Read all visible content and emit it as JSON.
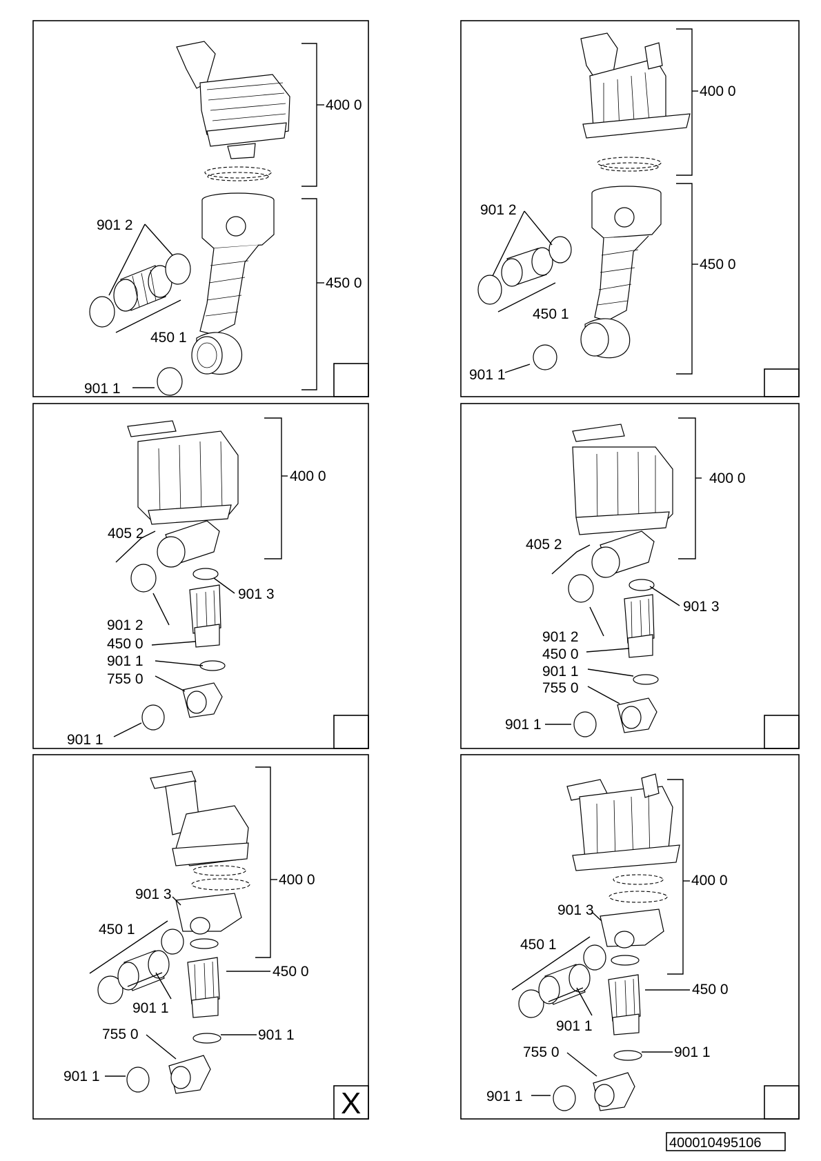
{
  "document_number": "400010495106",
  "corner_mark": "X",
  "panels": [
    {
      "id": "p1",
      "labels": {
        "l1": "400 0",
        "l2": "450 0",
        "l3": "901 2",
        "l4": "450 1",
        "l5": "901 1"
      }
    },
    {
      "id": "p2",
      "labels": {
        "l1": "400 0",
        "l2": "901 2",
        "l3": "450 0",
        "l4": "450 1",
        "l5": "901 1"
      }
    },
    {
      "id": "p3",
      "labels": {
        "l1": "400 0",
        "l2": "405 2",
        "l3": "901 3",
        "l4": "901 2",
        "l5": "450 0",
        "l6": "901 1",
        "l7": "755 0",
        "l8": "901 1"
      }
    },
    {
      "id": "p4",
      "labels": {
        "l1": "400 0",
        "l2": "405 2",
        "l3": "901 3",
        "l4": "901 2",
        "l5": "450 0",
        "l6": "901 1",
        "l7": "755 0",
        "l8": "901 1"
      }
    },
    {
      "id": "p5",
      "labels": {
        "l1": "400 0",
        "l2": "901 3",
        "l3": "450 1",
        "l4": "450 0",
        "l5": "901 1",
        "l6": "901 1",
        "l7": "755 0",
        "l8": "901 1"
      }
    },
    {
      "id": "p6",
      "labels": {
        "l1": "400 0",
        "l2": "901 3",
        "l3": "450 1",
        "l4": "450 0",
        "l5": "901 1",
        "l6": "901 1",
        "l7": "755 0",
        "l8": "901 1"
      }
    }
  ]
}
